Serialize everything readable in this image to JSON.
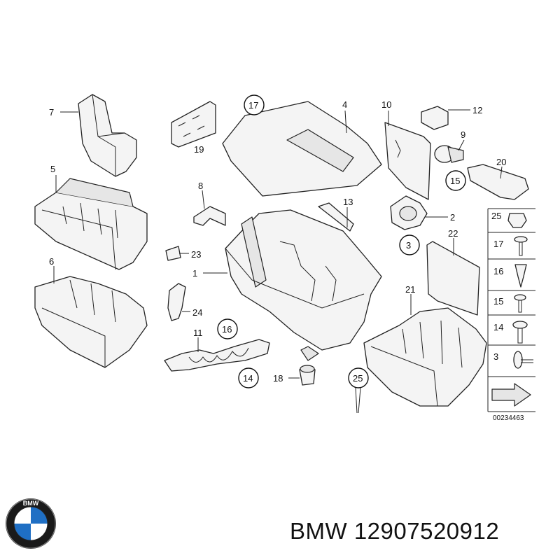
{
  "callouts": {
    "c1": "1",
    "c2": "2",
    "c3": "3",
    "c4": "4",
    "c5": "5",
    "c6": "6",
    "c7": "7",
    "c8": "8",
    "c9": "9",
    "c10": "10",
    "c11": "11",
    "c12": "12",
    "c13": "13",
    "c14": "14",
    "c15": "15",
    "c16": "16",
    "c17": "17",
    "c18": "18",
    "c19": "19",
    "c20": "20",
    "c21": "21",
    "c22": "22",
    "c23": "23",
    "c24": "24",
    "c25": "25"
  },
  "legend": [
    "25",
    "17",
    "16",
    "15",
    "14",
    "3"
  ],
  "diagram_ref": "00234463",
  "logo": {
    "text": "BMW"
  },
  "footer": {
    "brand": "BMW",
    "part_number": "12907520912"
  }
}
